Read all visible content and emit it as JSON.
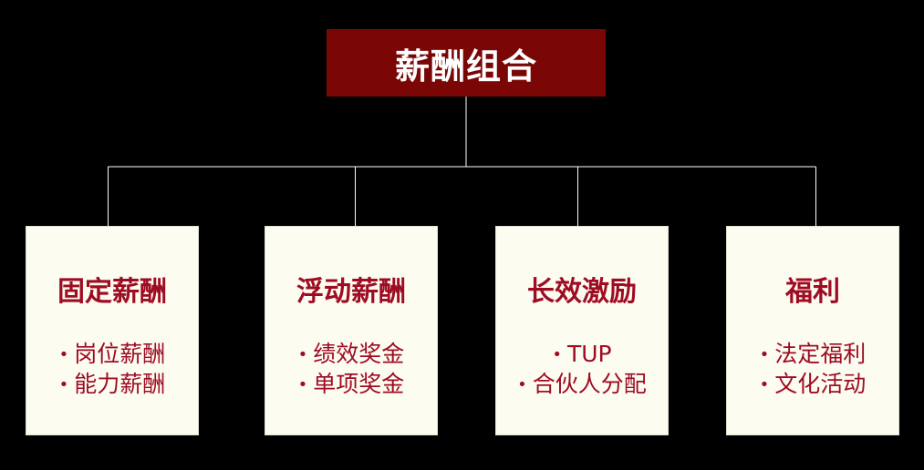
{
  "root": {
    "title": "薪酬组合"
  },
  "categories": [
    {
      "title": "固定薪酬",
      "items": [
        "岗位薪酬",
        "能力薪酬"
      ]
    },
    {
      "title": "浮动薪酬",
      "items": [
        "绩效奖金",
        "单项奖金"
      ]
    },
    {
      "title": "长效激励",
      "items": [
        "TUP",
        "合伙人分配"
      ]
    },
    {
      "title": "福利",
      "items": [
        "法定福利",
        "文化活动"
      ]
    }
  ],
  "colors": {
    "background": "#000000",
    "root_fill": "#7a0606",
    "card_fill": "#fdfcf0",
    "accent_text": "#9e0c23",
    "connector": "#ffffff"
  },
  "icons": {
    "bullet": "bullet-dot-icon"
  }
}
